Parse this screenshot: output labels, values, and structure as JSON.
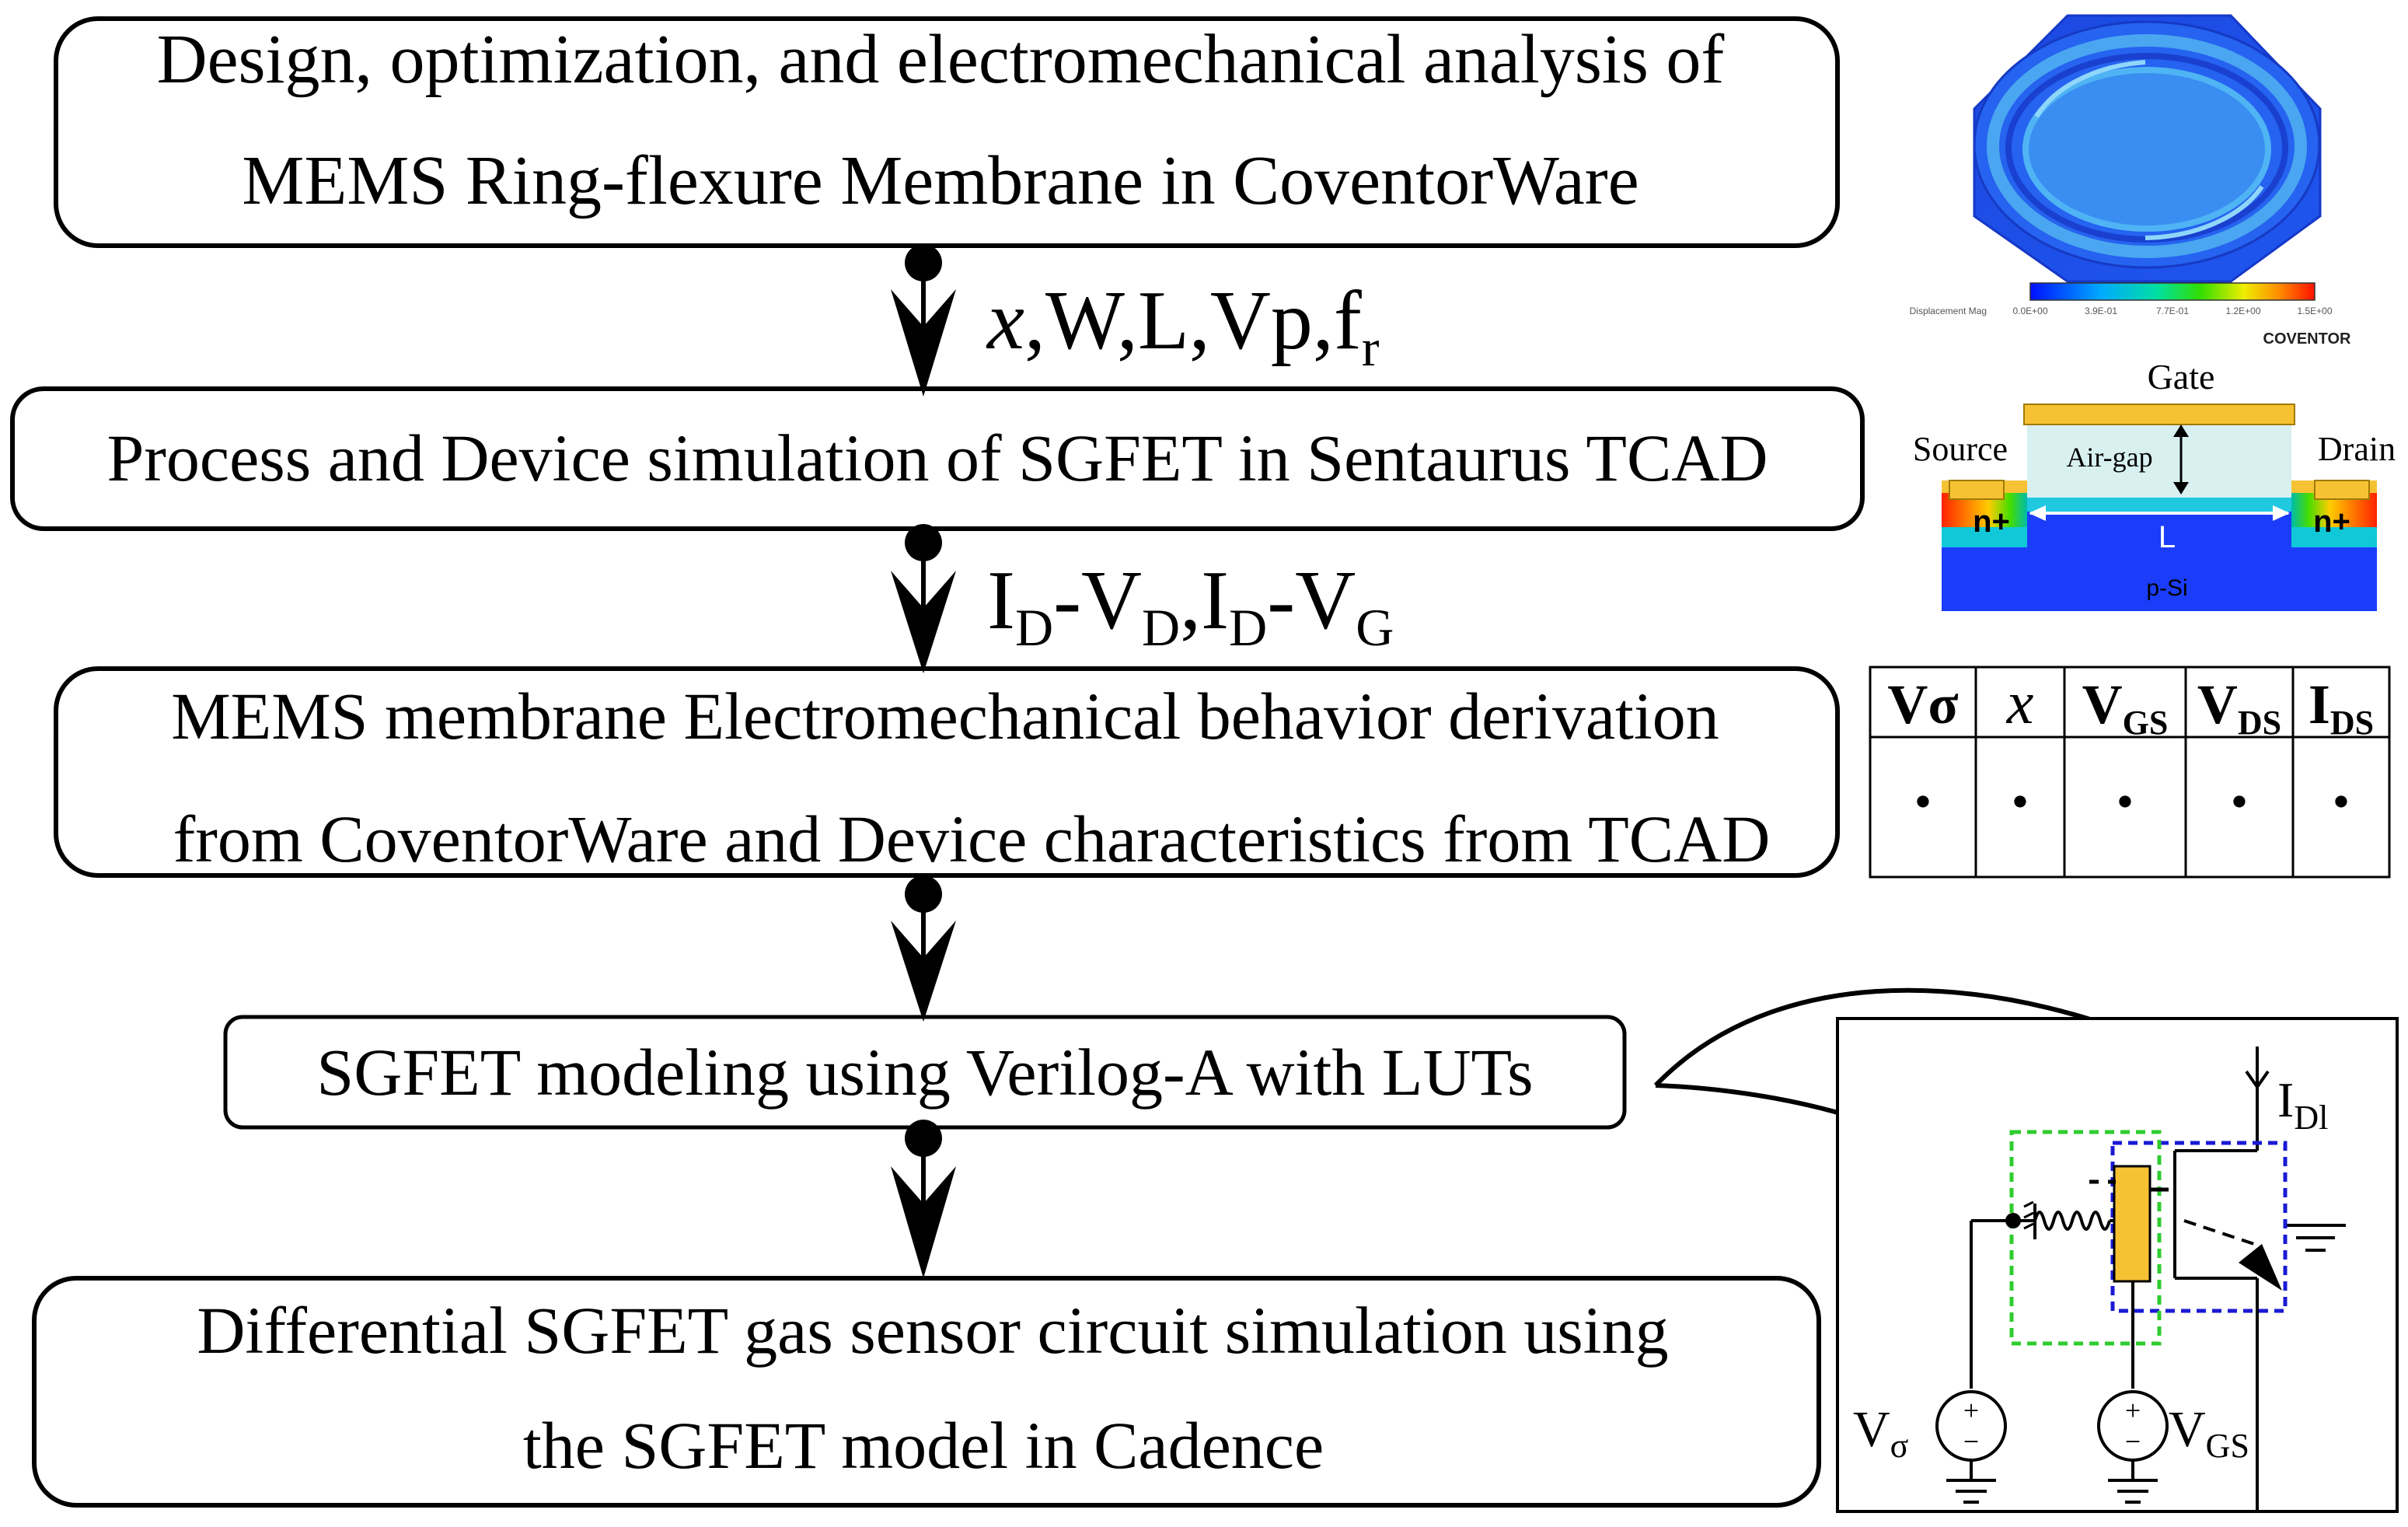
{
  "boxes": {
    "step1": {
      "line1": "Design, optimization, and electromechanical analysis of",
      "line2": "MEMS Ring-flexure Membrane in CoventorWare"
    },
    "step2": {
      "line1": "Process and Device simulation of SGFET in Sentaurus TCAD"
    },
    "step3": {
      "line1": "MEMS membrane Electromechanical behavior derivation",
      "line2": "from CoventorWare and Device characteristics from TCAD"
    },
    "step4": {
      "line1": "SGFET modeling using Verilog-A with LUTs"
    },
    "step5": {
      "line1": "Differential SGFET gas sensor circuit simulation using",
      "line2": "the SGFET model in Cadence"
    }
  },
  "arrow_labels": {
    "a1": {
      "x": "x",
      "rest": ",W,L,Vp,f",
      "sub": "r"
    },
    "a2": {
      "i1": "I",
      "s1": "D",
      "m1": "-V",
      "s2": "D",
      "m2": ",I",
      "s3": "D",
      "m3": "-V",
      "s4": "G"
    }
  },
  "coventor": {
    "legend_label": "Displacement Mag",
    "ticks": [
      "0.0E+00",
      "3.9E-01",
      "7.7E-01",
      "1.2E+00",
      "1.5E+00"
    ],
    "brand": "COVENTOR"
  },
  "tcad": {
    "gate": "Gate",
    "source": "Source",
    "drain": "Drain",
    "airgap": "Air-gap",
    "nplus_left": "n+",
    "nplus_right": "n+",
    "length": "L",
    "substrate": "p-Si"
  },
  "table": {
    "headers": [
      {
        "base": "Vσ",
        "sub": ""
      },
      {
        "base": "x",
        "sub": ""
      },
      {
        "base": "V",
        "sub": "GS"
      },
      {
        "base": "V",
        "sub": "DS"
      },
      {
        "base": "I",
        "sub": "DS"
      }
    ],
    "row": [
      "•",
      "•",
      "•",
      "•",
      "•"
    ]
  },
  "circuit": {
    "id_label": "I",
    "id_sub": "Dl",
    "vsigma_label": "V",
    "vsigma_sub": "σ",
    "vgs_label": "V",
    "vgs_sub": "GS",
    "plus": "+",
    "minus": "−"
  },
  "colors": {
    "black": "#000000",
    "membrane_blue": "#1f4fe6",
    "membrane_light": "#45a8ef",
    "gate_yellow": "#f6c234",
    "airgap": "#d8f0f0",
    "substrate_blue": "#1a3cff",
    "green_box": "#2ecc2e",
    "blue_box": "#1a1ad4"
  }
}
